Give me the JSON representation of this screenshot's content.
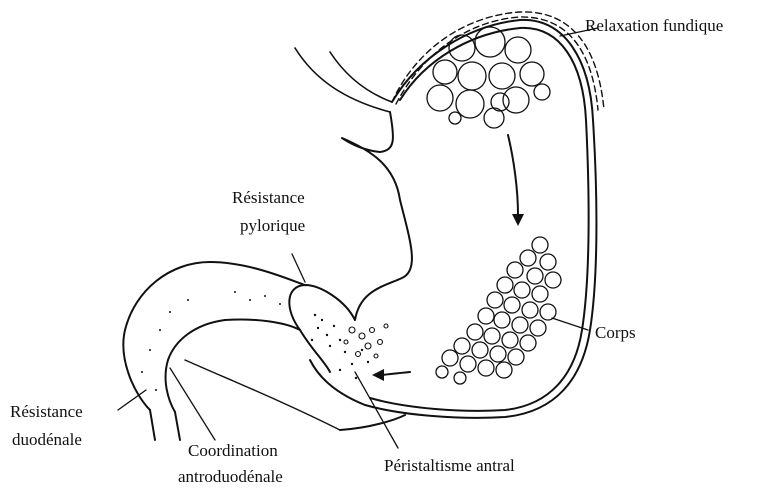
{
  "labels": {
    "relaxation_fundique": "Relaxation fundique",
    "resistance_pylorique_line1": "Résistance",
    "resistance_pylorique_line2": "pylorique",
    "corps": "Corps",
    "resistance_duodenale_line1": "Résistance",
    "resistance_duodenale_line2": "duodénale",
    "coordination_line1": "Coordination",
    "coordination_line2": "antroduodénale",
    "peristaltisme": "Péristaltisme antral"
  },
  "colors": {
    "ink": "#111111",
    "background": "#ffffff"
  }
}
